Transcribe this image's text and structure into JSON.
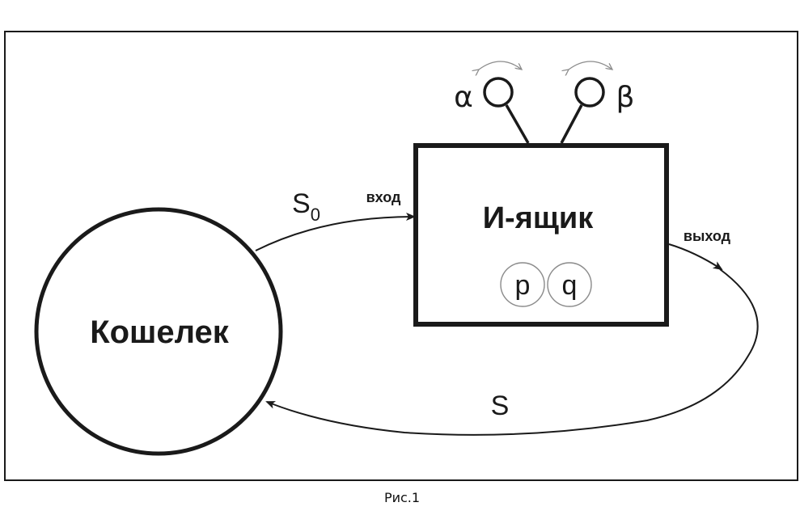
{
  "diagram": {
    "wallet": {
      "label": "Кошелек"
    },
    "box": {
      "label": "И-ящик"
    },
    "input_label": "вход",
    "output_label": "выход",
    "flow_in": {
      "label": "S",
      "subscript": "0"
    },
    "flow_out": {
      "label": "S"
    },
    "knobs": [
      {
        "label": "α"
      },
      {
        "label": "β"
      }
    ],
    "internal_params": [
      {
        "label": "p"
      },
      {
        "label": "q"
      }
    ],
    "caption": "Рис.1"
  },
  "colors": {
    "stroke": "#1a1a1a",
    "thin_arrow": "#8c8c8c",
    "param_circle": "#8a8a8a"
  }
}
